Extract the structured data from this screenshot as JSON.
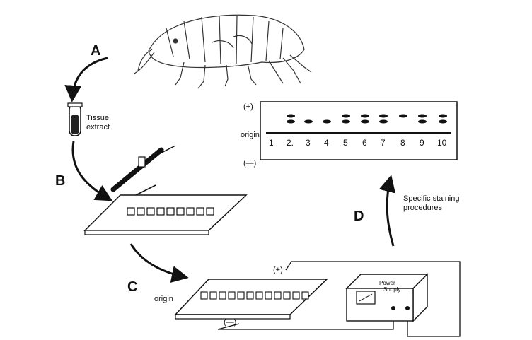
{
  "steps": {
    "a": "A",
    "b": "B",
    "c": "C",
    "d": "D"
  },
  "tube": {
    "line1": "Tissue",
    "line2": "extract"
  },
  "gel_result": {
    "plus": "(+)",
    "minus": "(—)",
    "origin": "origin",
    "lanes": [
      "1",
      "2.",
      "3",
      "4",
      "5",
      "6",
      "7",
      "8",
      "9",
      "10"
    ]
  },
  "staining": {
    "line1": "Specific staining",
    "line2": "procedures"
  },
  "electrophoresis": {
    "origin": "origin",
    "plus": "(+)",
    "minus": "(—)",
    "power_line1": "Power",
    "power_line2": "Supply"
  }
}
